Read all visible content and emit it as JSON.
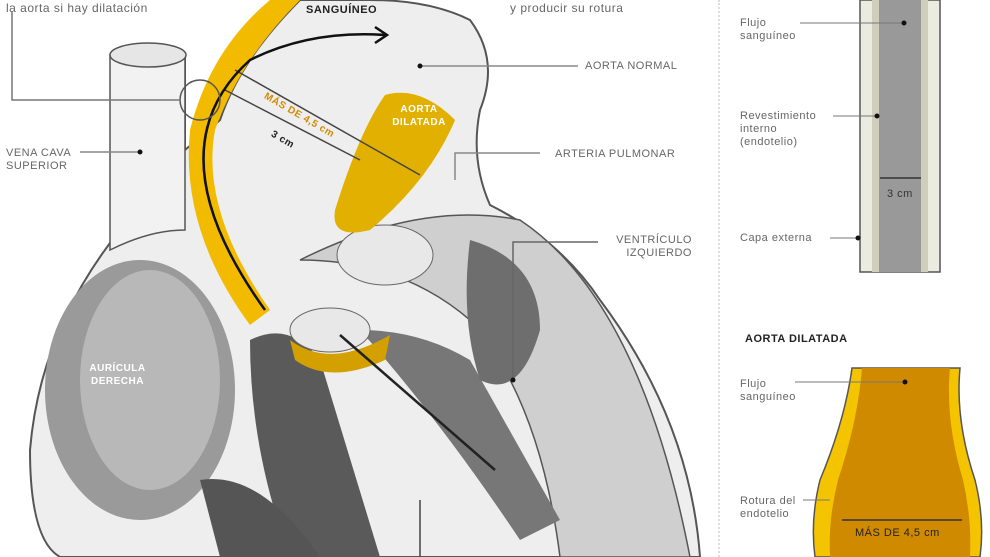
{
  "intro": {
    "left_caption": "la aorta si hay dilatación",
    "flow_title": "SANGUÍNEO",
    "right_caption": "y producir su rotura"
  },
  "heart_labels": {
    "aorta_normal": "AORTA NORMAL",
    "aorta_dilatada_l1": "AORTA",
    "aorta_dilatada_l2": "DILATADA",
    "mas_de": "MÁS DE 4,5 cm",
    "tres_cm": "3 cm",
    "vena_cava_l1": "VENA CAVA",
    "vena_cava_l2": "SUPERIOR",
    "arteria_pulmonar": "ARTERIA PULMONAR",
    "ventriculo_izq_l1": "VENTRÍCULO",
    "ventriculo_izq_l2": "IZQUIERDO",
    "auricula_l1": "AURÍCULA",
    "auricula_l2": "DERECHA"
  },
  "normal_panel": {
    "flujo_l1": "Flujo",
    "flujo_l2": "sanguíneo",
    "revest_l1": "Revestimiento",
    "revest_l2": "interno",
    "revest_l3": "(endotelio)",
    "width": "3 cm",
    "capa": "Capa externa"
  },
  "dilated_panel": {
    "title": "AORTA DILATADA",
    "flujo_l1": "Flujo",
    "flujo_l2": "sanguíneo",
    "rotura_l1": "Rotura del",
    "rotura_l2": "endotelio",
    "width": "MÁS DE 4,5 cm"
  },
  "colors": {
    "yellow": "#f2bb00",
    "orange": "#d48a00",
    "grey": "#999999"
  }
}
